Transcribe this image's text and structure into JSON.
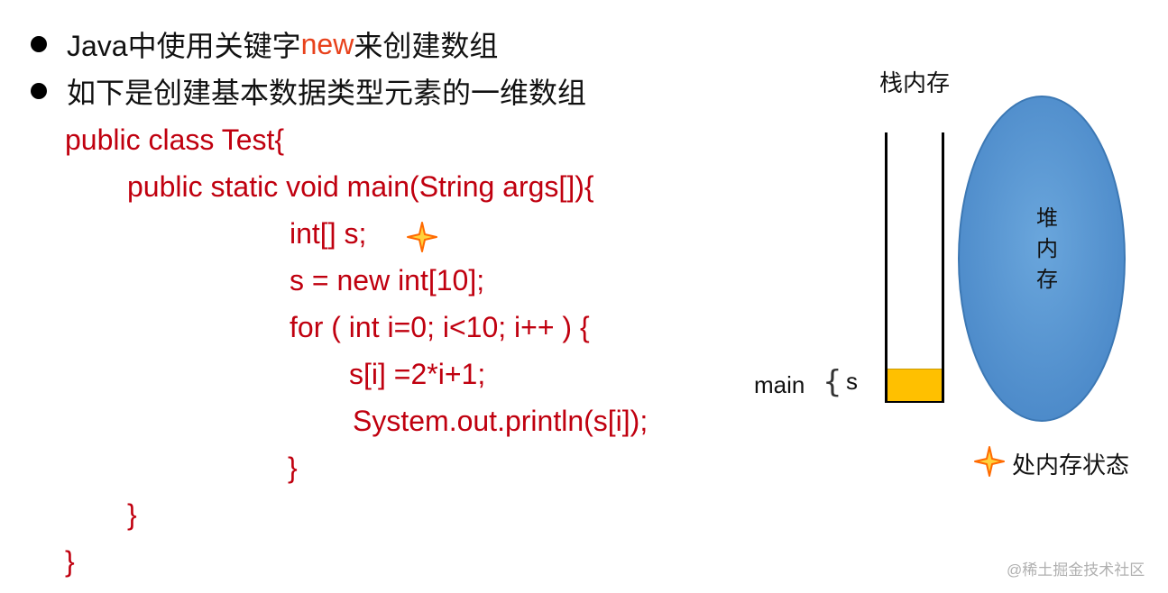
{
  "bullets": [
    {
      "before": "Java中使用关键字",
      "keyword": "new",
      "after": "来创建数组"
    },
    {
      "text": "如下是创建基本数据类型元素的一维数组"
    }
  ],
  "code_lines": [
    "public class Test{",
    "public static void main(String args[]){",
    "int[] s;",
    "s = new int[10];",
    "for ( int i=0; i<10; i++ ) {",
    "s[i] =2*i+1;",
    "System.out.println(s[i]);",
    "}",
    "}",
    "}"
  ],
  "diagram": {
    "stack_title": "栈内存",
    "heap_label": "堆\n内\n存",
    "frame_label": "main",
    "brace": "{",
    "var_label": "s",
    "legend_text": "处内存状态",
    "colors": {
      "heap_fill": "#5b9bd5",
      "slot_fill": "#ffc000",
      "star": "#ff6a00",
      "code": "#c0000f",
      "keyword": "#e8421c"
    }
  },
  "watermark": "@稀土掘金技术社区"
}
